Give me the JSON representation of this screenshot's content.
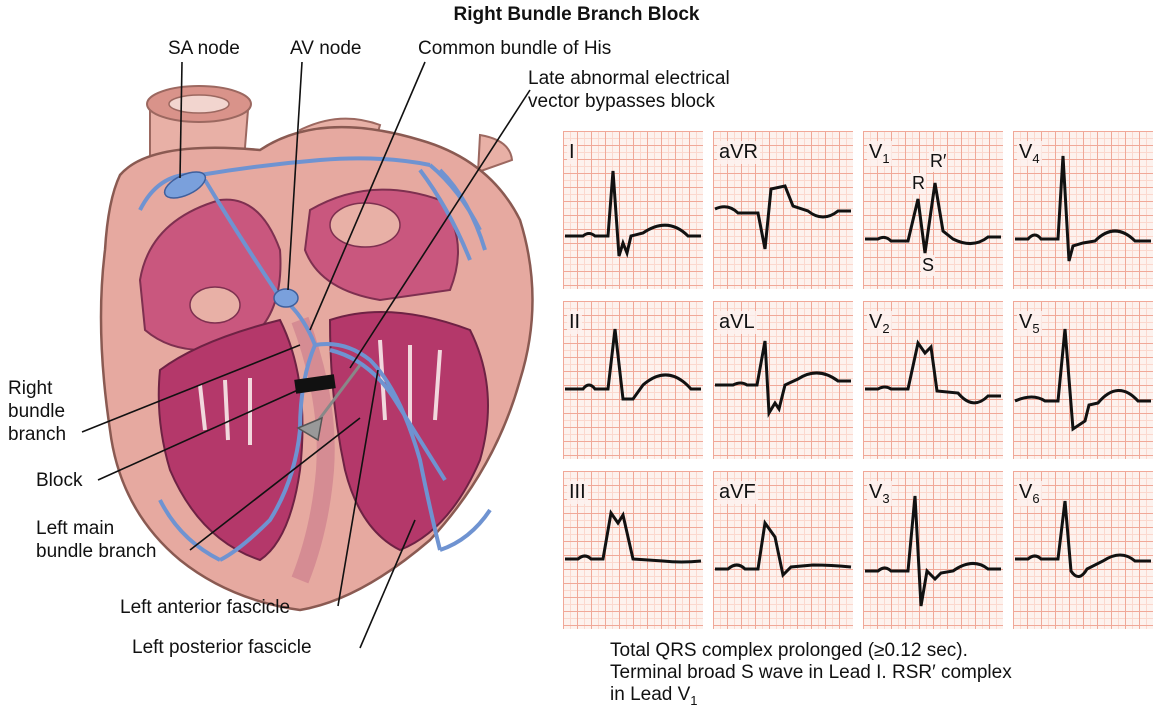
{
  "title": "Right Bundle Branch Block",
  "heart_labels": {
    "sa_node": "SA node",
    "av_node": "AV node",
    "common_bundle": "Common bundle of His",
    "late_vector_1": "Late abnormal electrical",
    "late_vector_2": "vector bypasses block",
    "right_bundle_1": "Right",
    "right_bundle_2": "bundle",
    "right_bundle_3": "branch",
    "block": "Block",
    "left_main_1": "Left main",
    "left_main_2": "bundle branch",
    "left_anterior": "Left anterior fascicle",
    "left_posterior": "Left posterior fascicle"
  },
  "leads": [
    {
      "name": "I"
    },
    {
      "name": "aVR"
    },
    {
      "name": "V",
      "sub": "1"
    },
    {
      "name": "V",
      "sub": "4"
    },
    {
      "name": "II"
    },
    {
      "name": "aVL"
    },
    {
      "name": "V",
      "sub": "2"
    },
    {
      "name": "V",
      "sub": "5"
    },
    {
      "name": "III"
    },
    {
      "name": "aVF"
    },
    {
      "name": "V",
      "sub": "3"
    },
    {
      "name": "V",
      "sub": "6"
    }
  ],
  "v1_wave_labels": {
    "r": "R",
    "r_prime": "R′",
    "s": "S"
  },
  "caption": {
    "line1": "Total QRS complex prolonged (≥0.12 sec).",
    "line2": "Terminal broad S wave in Lead I. RSR′ complex",
    "line3_text": "in Lead V",
    "line3_sub": "1"
  },
  "colors": {
    "heart_outer": "#e6a9a0",
    "myocardium": "#b4386a",
    "conduction": "#6f93d1",
    "ecg_grid": "#f0a898"
  }
}
